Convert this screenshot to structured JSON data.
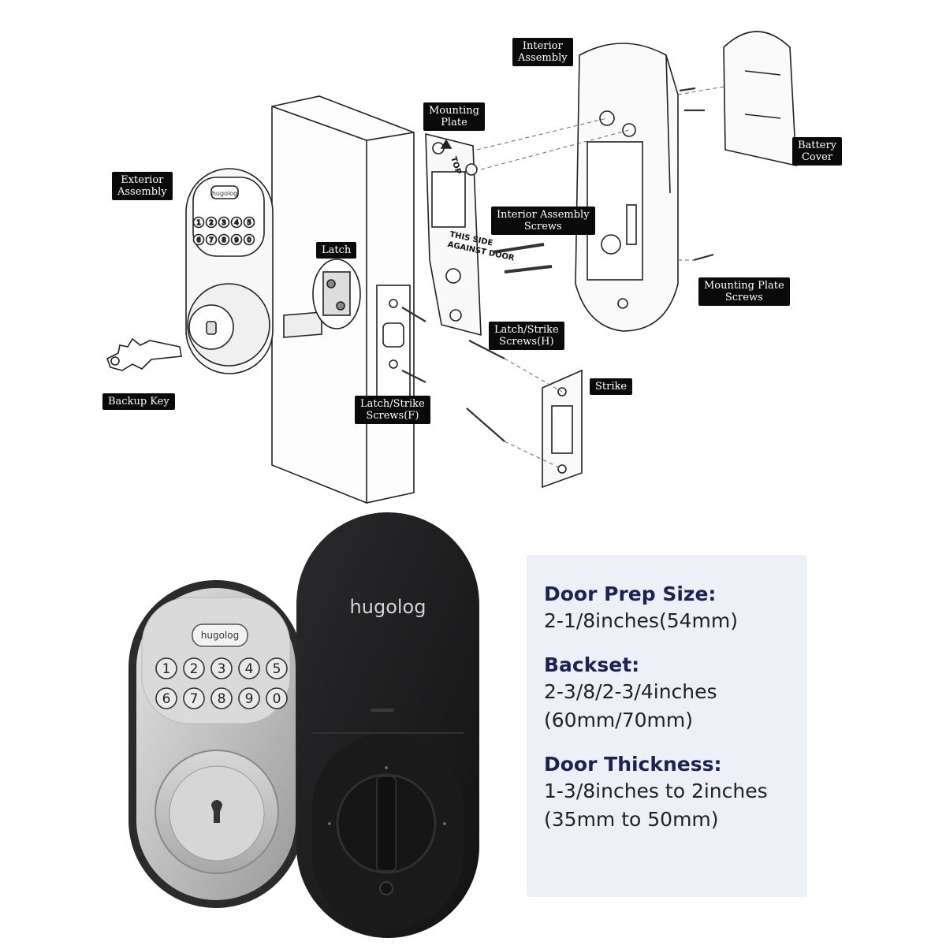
{
  "diagram": {
    "callouts": {
      "interior_assembly": "Interior\nAssembly",
      "mounting_plate": "Mounting\nPlate",
      "battery_cover": "Battery\nCover",
      "exterior_assembly": "Exterior\nAssembly",
      "interior_assembly_screws": "Interior Assembly\nScrews",
      "latch": "Latch",
      "mounting_plate_screws": "Mounting Plate\nScrews",
      "latch_strike_screws_h": "Latch/Strike\nScrews(H)",
      "strike": "Strike",
      "backup_key": "Backup Key",
      "latch_strike_screws_f": "Latch/Strike\nScrews(F)"
    },
    "plate_text": {
      "top": "TOP",
      "side": "THIS SIDE\nAGAINST DOOR"
    },
    "keypad_keys": [
      "1",
      "2",
      "3",
      "4",
      "5",
      "6",
      "7",
      "8",
      "9",
      "0"
    ],
    "logo": "hugolog"
  },
  "photo": {
    "exterior_logo": "hugolog",
    "interior_logo": "hugolog",
    "keypad_keys": [
      "1",
      "2",
      "3",
      "4",
      "5",
      "6",
      "7",
      "8",
      "9",
      "0"
    ]
  },
  "specs": [
    {
      "label": "Door Prep Size:",
      "value": "2-1/8inches(54mm)"
    },
    {
      "label": "Backset:",
      "value": "2-3/8/2-3/4inches\n(60mm/70mm)"
    },
    {
      "label": "Door Thickness:",
      "value": "1-3/8inches to 2inches\n(35mm to 50mm)"
    }
  ],
  "colors": {
    "callout_bg": "#0a0a0a",
    "panel_bg": "#eef0f8",
    "spec_label": "#1c2354",
    "interior_body": "#1d1d1f",
    "exterior_metal": "#c9c9c9"
  }
}
